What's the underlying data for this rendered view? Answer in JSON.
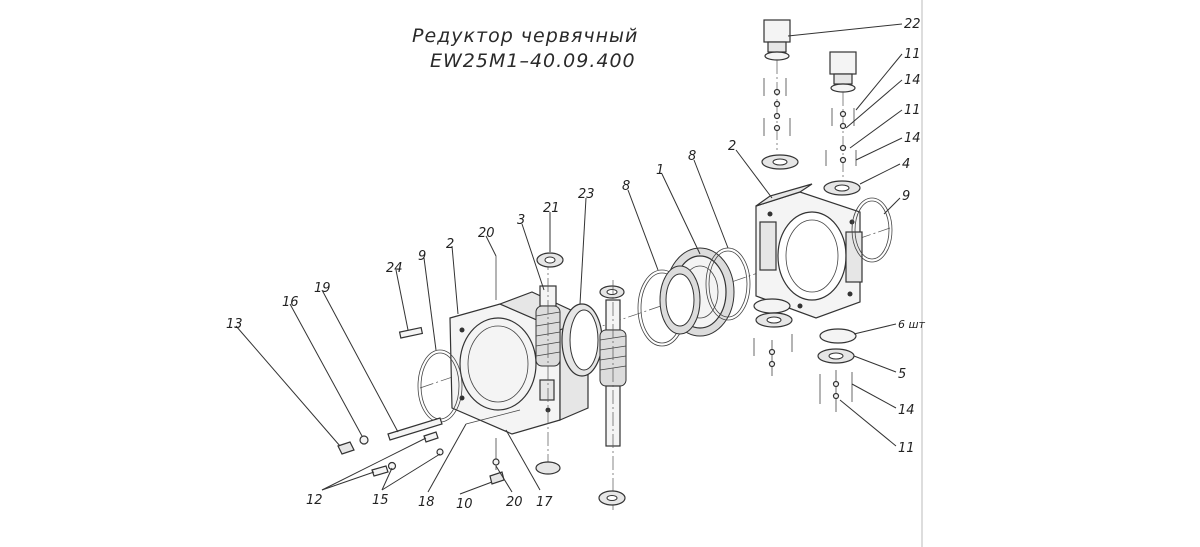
{
  "title": {
    "line1": "Редуктор червячный",
    "line2": "EW25M1–40.09.400"
  },
  "callouts": {
    "c22": "22",
    "c11a": "11",
    "c14a": "14",
    "c11b": "11",
    "c14b": "14",
    "c4": "4",
    "c9r": "9",
    "c2r": "2",
    "c8r": "8",
    "c1": "1",
    "c8l": "8",
    "c23": "23",
    "c21": "21",
    "c3": "3",
    "c20t": "20",
    "c2l": "2",
    "c9l": "9",
    "c24": "24",
    "c19": "19",
    "c16": "16",
    "c13": "13",
    "c6": "6 шт",
    "c5": "5",
    "c14c": "14",
    "c11c": "11",
    "c12": "12",
    "c15": "15",
    "c18": "18",
    "c10": "10",
    "c20b": "20",
    "c17": "17"
  }
}
